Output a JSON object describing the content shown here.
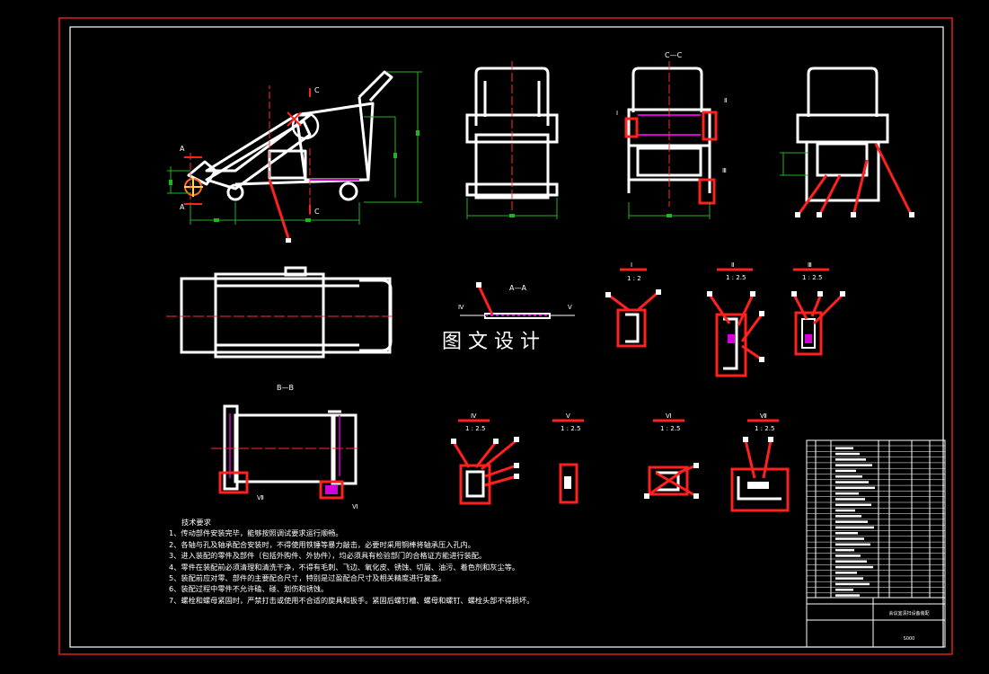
{
  "section_labels": {
    "cc": "C—C",
    "aa": "A—A",
    "bb": "B—B",
    "a_top": "A",
    "a_bottom": "A",
    "c_top": "C",
    "c_bottom": "C",
    "iv_mark": "Ⅳ",
    "v_mark": "Ⅴ",
    "vi_mark": "Ⅵ",
    "vii_mark": "Ⅶ",
    "i_mark": "Ⅰ",
    "ii_mark": "Ⅱ",
    "iii_mark": "Ⅲ"
  },
  "details": [
    {
      "roman": "Ⅰ",
      "scale": "1 : 2"
    },
    {
      "roman": "Ⅱ",
      "scale": "1 : 2.5"
    },
    {
      "roman": "Ⅲ",
      "scale": "1 : 2.5"
    },
    {
      "roman": "Ⅳ",
      "scale": "1 : 2.5"
    },
    {
      "roman": "Ⅴ",
      "scale": "1 : 2.5"
    },
    {
      "roman": "Ⅵ",
      "scale": "1 : 2.5"
    },
    {
      "roman": "Ⅶ",
      "scale": "1 : 2.5"
    }
  ],
  "watermark": "图文设计",
  "notes": {
    "title": "技术要求",
    "items": [
      "1、传动部件安装完毕，能够按照调试要求运行顺畅。",
      "2、各轴与孔及轴承配合安装时，不得使用铁锤等暴力敲击，必要时采用铜棒将轴承压入孔内。",
      "3、进入装配的零件及部件（包括外购件、外协件），均必须具有检验部门的合格证方能进行装配。",
      "4、零件在装配前必须清理和清洗干净，不得有毛刺、飞边、氧化皮、锈蚀、切屑、油污、着色剂和灰尘等。",
      "5、装配前应对零、部件的主要配合尺寸，特别是过盈配合尺寸及相关精度进行复查。",
      "6、装配过程中零件不允许磕、碰、划伤和锈蚀。",
      "7、螺栓和螺母紧固时，严禁打击或使用不合适的旋具和扳手。紧固后螺钉槽、螺母和螺钉、螺栓头部不得损坏。"
    ]
  },
  "title_block": {
    "drawing_name": "会议室清扫设备装配",
    "code": "S000"
  },
  "colors": {
    "background": "#000000",
    "border_outer": "#e01e1e",
    "line": "#ffffff",
    "callout": "#ff1f1f",
    "dimension": "#22b322",
    "center_line": "#ff3030",
    "accent": "#d400d4"
  }
}
